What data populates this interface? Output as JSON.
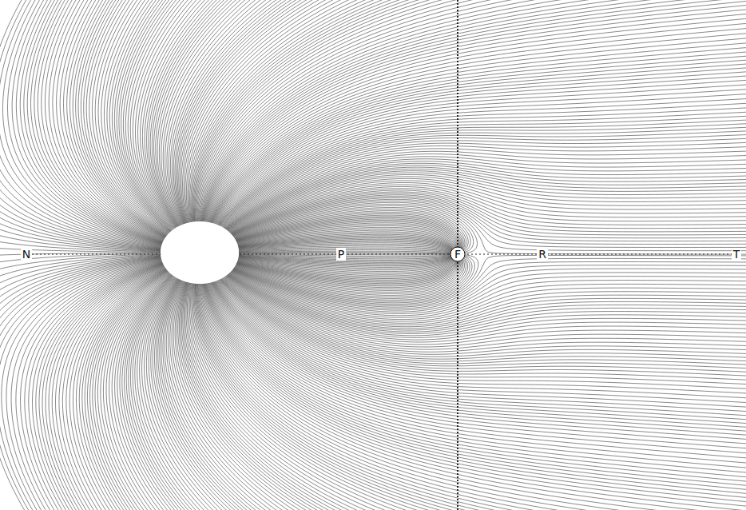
{
  "diagram": {
    "labels": [
      "N",
      "P",
      "F",
      "R",
      "T"
    ]
  }
}
